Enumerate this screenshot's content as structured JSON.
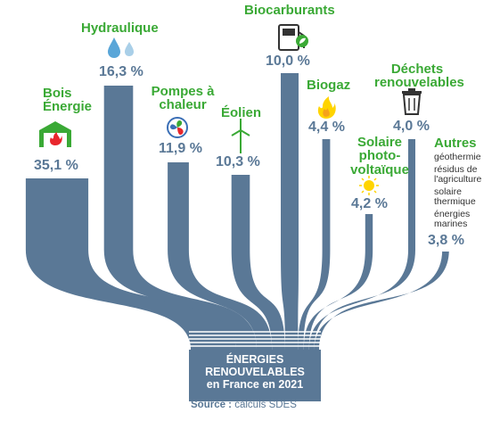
{
  "colors": {
    "flow": "#5a7896",
    "label": "#3aa935",
    "accent_red": "#e8262c",
    "icon_blue": "#5aa6d8",
    "icon_yellow": "#ffd400"
  },
  "title_lines": [
    "ÉNERGIES",
    "RENOUVELABLES",
    "en France en 2021"
  ],
  "source": {
    "prefix": "Source :",
    "text": "calculs SDES"
  },
  "chart_data": {
    "type": "sankey",
    "target": "ÉNERGIES RENOUVELABLES en France en 2021",
    "flows": [
      {
        "label": "Bois Énergie",
        "value": 35.1,
        "value_text": "35,1 %",
        "icon": "house-fire-icon"
      },
      {
        "label": "Hydraulique",
        "value": 16.3,
        "value_text": "16,3 %",
        "icon": "water-drops-icon"
      },
      {
        "label": "Pompes à chaleur",
        "value": 11.9,
        "value_text": "11,9 %",
        "icon": "heat-pump-fan-icon"
      },
      {
        "label": "Éolien",
        "value": 10.3,
        "value_text": "10,3 %",
        "icon": "wind-turbine-icon"
      },
      {
        "label": "Biocarburants",
        "value": 10.0,
        "value_text": "10,0 %",
        "icon": "fuel-pump-icon"
      },
      {
        "label": "Biogaz",
        "value": 4.4,
        "value_text": "4,4 %",
        "icon": "flame-icon"
      },
      {
        "label": "Solaire photovoltaïque",
        "value": 4.2,
        "value_text": "4,2 %",
        "icon": "sun-icon"
      },
      {
        "label": "Déchets renouvelables",
        "value": 4.0,
        "value_text": "4,0 %",
        "icon": "trash-bin-icon"
      },
      {
        "label": "Autres",
        "value": 3.8,
        "value_text": "3,8 %",
        "icon": "",
        "details": [
          "géothermie",
          "résidus de l'agriculture",
          "solaire thermique",
          "énergies marines"
        ]
      }
    ]
  },
  "labels": {
    "bois": [
      "Bois",
      "Énergie"
    ],
    "hydraulique": [
      "Hydraulique"
    ],
    "pompes": [
      "Pompes à",
      "chaleur"
    ],
    "eolien": [
      "Éolien"
    ],
    "biocarburants": [
      "Biocarburants"
    ],
    "biogaz": [
      "Biogaz"
    ],
    "solaire": [
      "Solaire",
      "photo-",
      "voltaïque"
    ],
    "dechets": [
      "Déchets",
      "renouvelables"
    ],
    "autres": [
      "Autres"
    ],
    "autres_details": [
      "géothermie",
      "résidus de",
      "l'agriculture",
      "solaire",
      "thermique",
      "énergies",
      "marines"
    ]
  }
}
